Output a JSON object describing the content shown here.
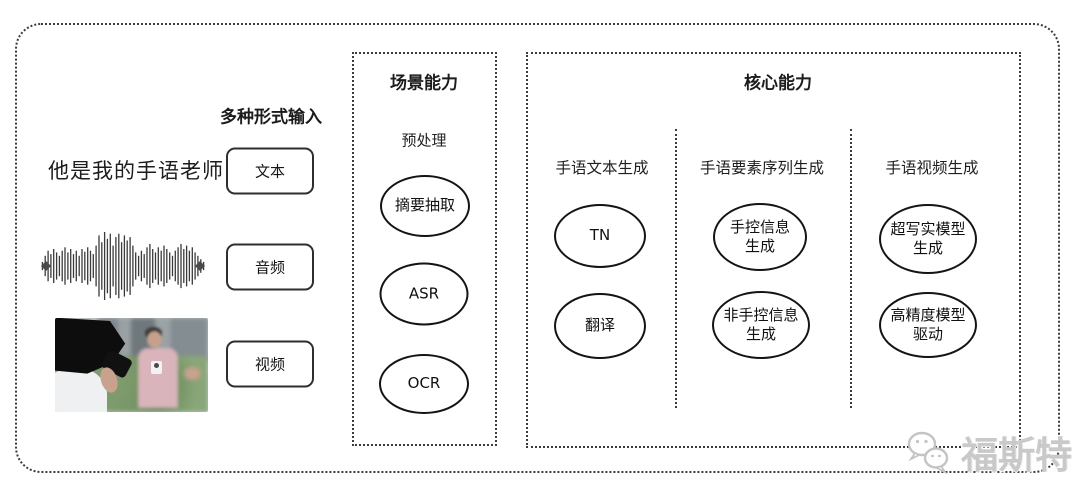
{
  "colors": {
    "line": "#3c3c3c",
    "ellipse_stroke": "#141414",
    "watermark": "#c9c9c9"
  },
  "input_section": {
    "header": "多种形式输入",
    "text_example": "他是我的手语老师",
    "items": [
      {
        "label": "文本",
        "type": "text"
      },
      {
        "label": "音频",
        "type": "audio"
      },
      {
        "label": "视频",
        "type": "video"
      }
    ]
  },
  "scene_capability": {
    "title": "场景能力",
    "subtitle": "预处理",
    "nodes": [
      "摘要抽取",
      "ASR",
      "OCR"
    ]
  },
  "core_capability": {
    "title": "核心能力",
    "columns": [
      {
        "header": "手语文本生成",
        "nodes": [
          "TN",
          "翻译"
        ]
      },
      {
        "header": "手语要素序列生成",
        "nodes": [
          "手控信息\n生成",
          "非手控信息\n生成"
        ]
      },
      {
        "header": "手语视频生成",
        "nodes": [
          "超写实模型\n生成",
          "高精度模型\n驱动"
        ]
      }
    ]
  },
  "watermark": {
    "icon": "wechat-icon",
    "text": "福斯特"
  },
  "waveform": {
    "bars": [
      0.12,
      0.3,
      0.45,
      0.35,
      0.5,
      0.4,
      0.3,
      0.45,
      0.55,
      0.4,
      0.5,
      0.35,
      0.45,
      0.3,
      0.5,
      0.42,
      0.55,
      0.45,
      0.35,
      0.6,
      0.9,
      0.7,
      1.0,
      0.8,
      0.95,
      0.6,
      0.85,
      0.95,
      0.7,
      0.9,
      0.75,
      0.85,
      0.6,
      0.4,
      0.3,
      0.45,
      0.35,
      0.55,
      0.65,
      0.5,
      0.4,
      0.55,
      0.45,
      0.6,
      0.5,
      0.4,
      0.3,
      0.45,
      0.55,
      0.65,
      0.5,
      0.6,
      0.45,
      0.55,
      0.4,
      0.3,
      0.2,
      0.12
    ]
  }
}
